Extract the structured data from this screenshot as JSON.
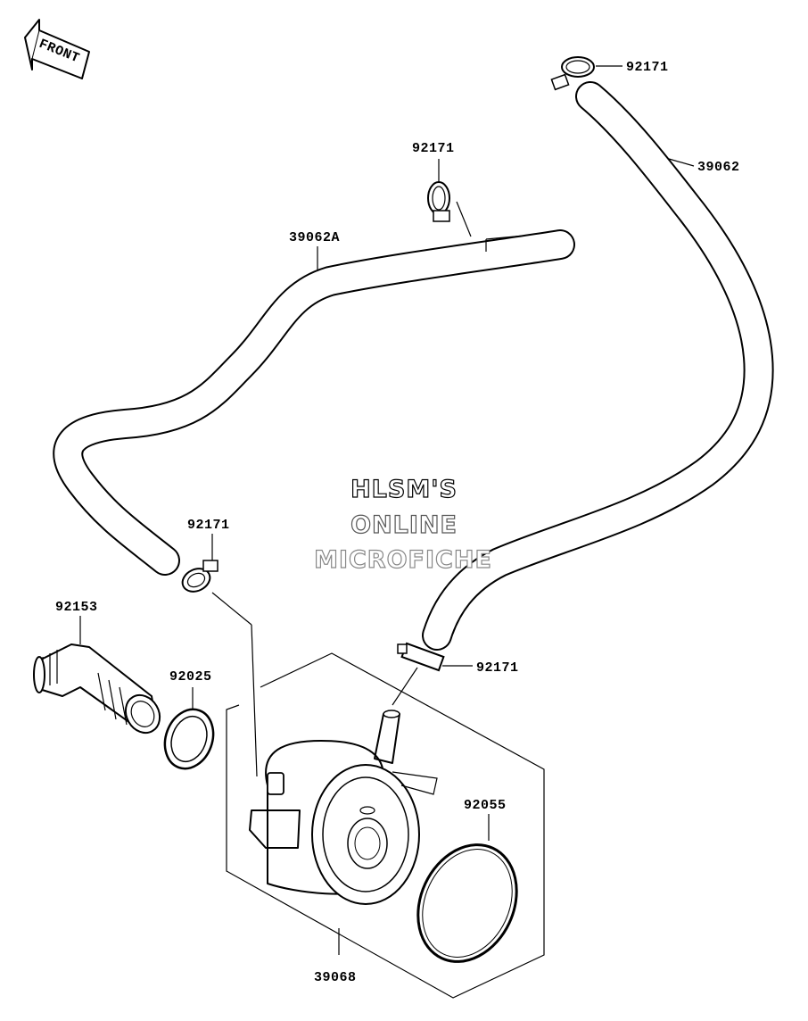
{
  "orientation": {
    "label": "FRONT"
  },
  "watermark": {
    "line1": "HLSM'S",
    "line2": "ONLINE",
    "line3": "MICROFICHE"
  },
  "parts": {
    "hose_right": "39062",
    "hose_left": "39062A",
    "clamp_top_right": "92171",
    "clamp_top_mid": "92171",
    "clamp_left": "92171",
    "clamp_right_lower": "92171",
    "union_bolt": "92153",
    "washer": "92025",
    "o_ring": "92055",
    "oil_cooler": "39068"
  },
  "colors": {
    "line": "#000000",
    "background": "#ffffff",
    "watermark_dark": "#000000",
    "watermark_mid": "#555555",
    "watermark_light": "#888888"
  }
}
